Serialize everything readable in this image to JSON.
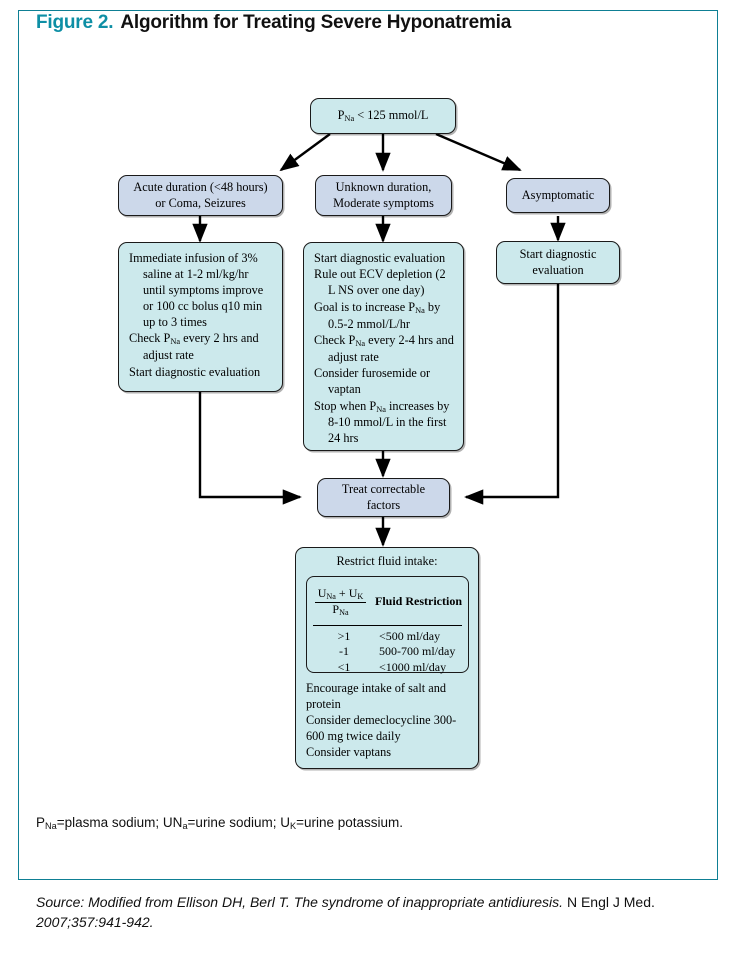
{
  "figure": {
    "number": "Figure 2.",
    "title": "Algorithm for Treating Severe Hyponatremia"
  },
  "colors": {
    "frame": "#0e7f94",
    "accent": "#0e8fa5",
    "node_teal": "#cce9ec",
    "node_lavender": "#ccd8ea",
    "node_border": "#1a1a1a",
    "arrow": "#000000"
  },
  "nodes": {
    "root": {
      "line1": "P",
      "sub1": "Na",
      "line1b": " < 125 mmol/L"
    },
    "branch_left": {
      "line1": "Acute duration (<48 hours)",
      "line2": "or Coma, Seizures"
    },
    "branch_middle": {
      "line1": "Unknown duration,",
      "line2": "Moderate symptoms"
    },
    "branch_right": {
      "line1": "Asymptomatic"
    },
    "treat_left": {
      "items": [
        "Immediate infusion of 3% saline at 1-2 ml/kg/hr until symptoms improve or 100 cc bolus q10 min up to 3 times",
        "Check P|Na| every 2 hrs and adjust rate",
        "Start diagnostic evaluation"
      ]
    },
    "treat_middle": {
      "items": [
        "Start diagnostic evaluation",
        "Rule out ECV depletion (2 L NS over one day)",
        "Goal is to increase P|Na| by 0.5-2 mmol/L/hr",
        "Check P|Na| every 2-4 hrs and adjust rate",
        "Consider furosemide or vaptan",
        "Stop when P|Na| increases by 8-10 mmol/L in the first 24 hrs"
      ]
    },
    "treat_right": {
      "line1": "Start diagnostic",
      "line2": "evaluation"
    },
    "correctable": {
      "line1": "Treat correctable",
      "line2": "factors"
    },
    "restrict": {
      "heading": "Restrict fluid intake:",
      "table": {
        "ratio_numerator": "U|Na| + U|K|",
        "ratio_denominator": "P|Na|",
        "column_header": "Fluid Restriction",
        "rows": [
          {
            "ratio": ">1",
            "restriction": "<500 ml/day"
          },
          {
            "ratio": "-1",
            "restriction": "500-700 ml/day"
          },
          {
            "ratio": "<1",
            "restriction": "<1000 ml/day"
          }
        ]
      },
      "items": [
        "Encourage intake of salt and protein",
        "Consider demeclocycline 300-600 mg twice daily",
        "Consider vaptans"
      ]
    }
  },
  "abbreviations": "P|Na|=plasma sodium; UN|a|=urine sodium; U|K|=urine potassium.",
  "source": {
    "prefix": "Source: Modified from Ellison DH, Berl T. The syndrome of inappropriate antidiuresis.",
    "journal": " N Engl J Med. ",
    "citation": "2007;357:941-942."
  }
}
